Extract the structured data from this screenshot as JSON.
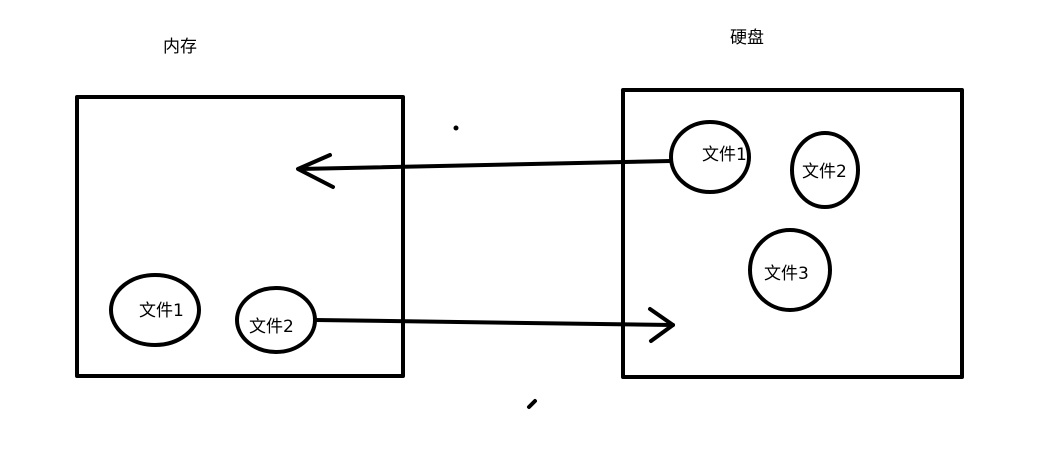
{
  "memory": {
    "title": "内存",
    "files": [
      {
        "label": "文件1"
      },
      {
        "label": "文件2"
      }
    ]
  },
  "disk": {
    "title": "硬盘",
    "files": [
      {
        "label": "文件1"
      },
      {
        "label": "文件2"
      },
      {
        "label": "文件3"
      }
    ]
  },
  "arrows": [
    {
      "from": "disk.files.0",
      "to": "memory"
    },
    {
      "from": "memory.files.1",
      "to": "disk"
    }
  ]
}
